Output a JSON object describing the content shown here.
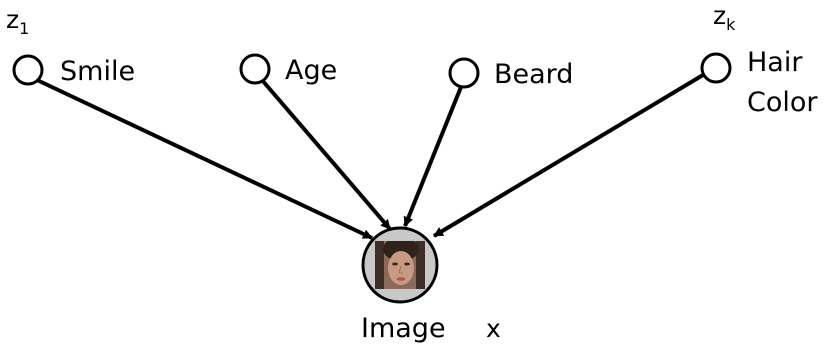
{
  "diagram": {
    "latent_nodes": [
      {
        "label": "Smile",
        "variable": "z",
        "subscript": "1"
      },
      {
        "label": "Age",
        "variable": "",
        "subscript": ""
      },
      {
        "label": "Beard",
        "variable": "",
        "subscript": ""
      },
      {
        "label_lines": [
          "Hair",
          "Color"
        ],
        "variable": "z",
        "subscript": "k"
      }
    ],
    "observed_node": {
      "label": "Image",
      "variable": "x",
      "content": "face-photo"
    },
    "colors": {
      "stroke": "#000000",
      "observed_fill": "#c8c8c8",
      "background": "#ffffff"
    }
  }
}
